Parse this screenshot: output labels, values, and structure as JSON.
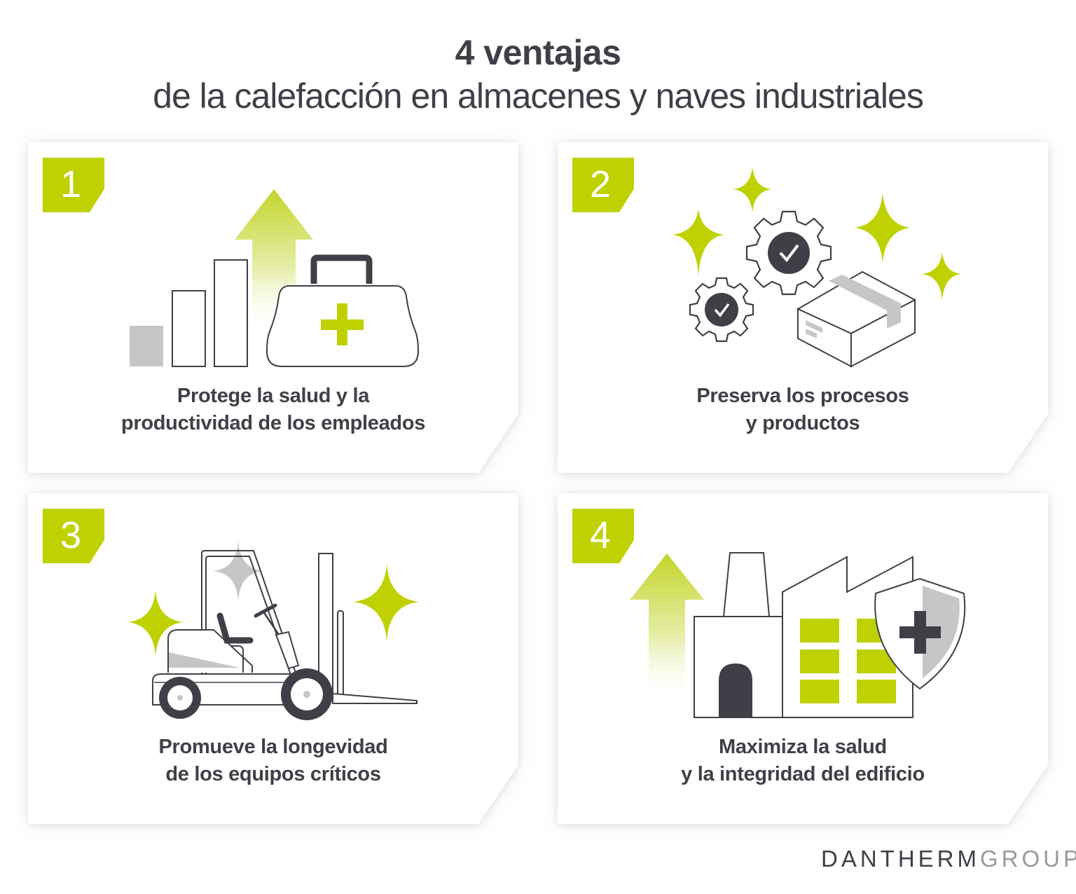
{
  "header": {
    "title": "4 ventajas",
    "subtitle": "de la calefacción en almacenes y naves industriales"
  },
  "colors": {
    "accent": "#bfd100",
    "dark": "#3f4047",
    "gray": "#c6c6c8",
    "card": "#ffffff"
  },
  "cards": [
    {
      "number": "1",
      "icon": "productivity-health-icon",
      "line1": "Protege la salud y la",
      "line2": "productividad de los empleados"
    },
    {
      "number": "2",
      "icon": "gears-box-icon",
      "line1": "Preserva los procesos",
      "line2": "y productos"
    },
    {
      "number": "3",
      "icon": "forklift-icon",
      "line1": "Promueve la longevidad",
      "line2": "de los equipos críticos"
    },
    {
      "number": "4",
      "icon": "factory-shield-icon",
      "line1": "Maximiza la salud",
      "line2": "y la integridad del edificio"
    }
  ],
  "logo": {
    "part1": "DANTHERM",
    "part2": "GROUP"
  }
}
